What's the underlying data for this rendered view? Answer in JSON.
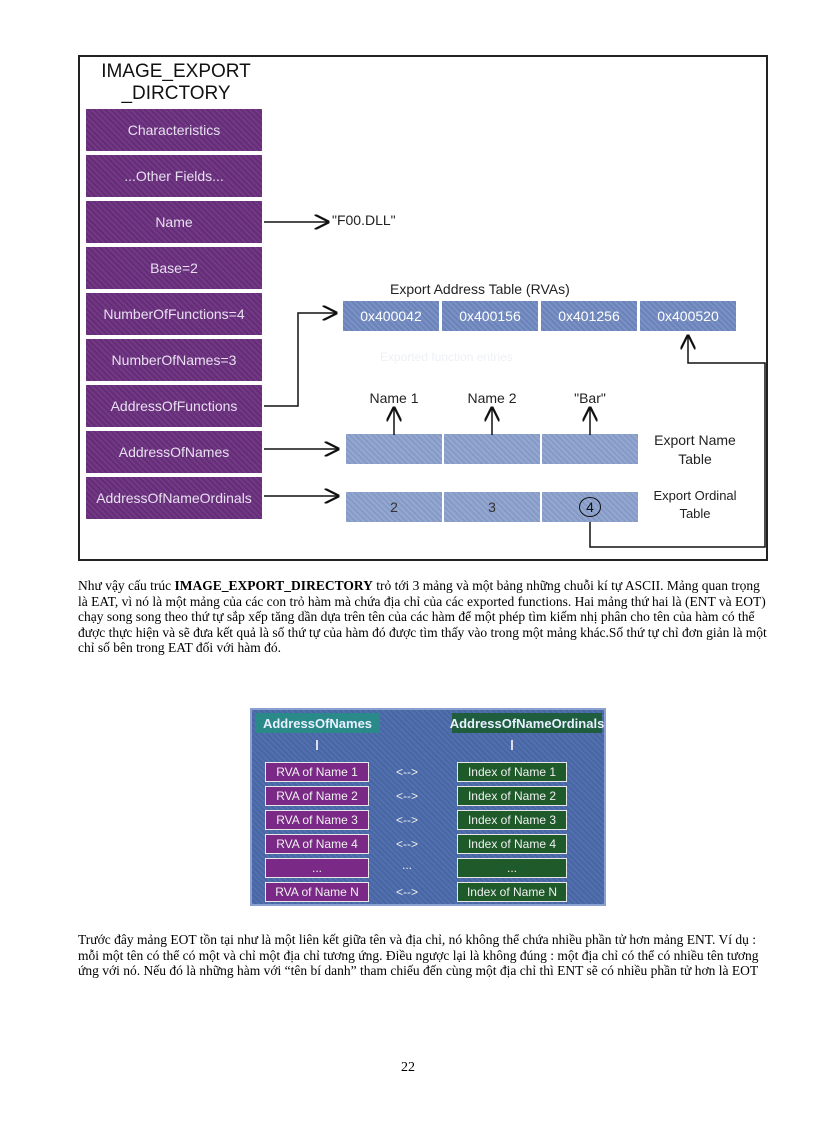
{
  "figure1": {
    "title_line1": "IMAGE_EXPORT",
    "title_line2": "_DIRCTORY",
    "fields": [
      "Characteristics",
      "...Other Fields...",
      "Name",
      "Base=2",
      "NumberOfFunctions=4",
      "NumberOfNames=3",
      "AddressOfFunctions",
      "AddressOfNames",
      "AddressOfNameOrdinals"
    ],
    "name_target": "\"F00.DLL\"",
    "eat_label": "Export Address Table (RVAs)",
    "eat_values": [
      "0x400042",
      "0x400156",
      "0x401256",
      "0x400520"
    ],
    "faded_label": "Exported function entries",
    "names": [
      "Name 1",
      "Name 2",
      "\"Bar\""
    ],
    "ent_label_line1": "Export Name",
    "ent_label_line2": "Table",
    "ordinals": [
      "2",
      "3",
      "4"
    ],
    "eot_label_line1": "Export Ordinal",
    "eot_label_line2": "Table"
  },
  "paragraph1": {
    "pre": "Như vậy cấu trúc ",
    "bold": "IMAGE_EXPORT_DIRECTORY",
    "post": " trỏ tới 3 mảng và một bảng những chuỗi kí tự ASCII. Mảng quan trọng là EAT, vì nó là một mảng của các con trỏ hàm mà chứa địa chỉ của các exported functions. Hai mảng thứ hai là (ENT và EOT) chạy song song theo thứ tự sắp xếp tăng dần dựa trên tên của các hàm để một phép tìm kiếm nhị phân cho tên của hàm có thể được thực hiện và sẽ đưa kết quả là số thứ tự của hàm đó được tìm thấy vào trong một mảng khác.Số thứ tự chỉ đơn giản là một chỉ số bên trong EAT đối với hàm đó."
  },
  "figure2": {
    "left_header": "AddressOfNames",
    "right_header": "AddressOfNameOrdinals",
    "rows": [
      {
        "left": "RVA of Name 1",
        "arrow": "<-->",
        "right": "Index of Name 1"
      },
      {
        "left": "RVA of Name 2",
        "arrow": "<-->",
        "right": "Index of Name 2"
      },
      {
        "left": "RVA of Name 3",
        "arrow": "<-->",
        "right": "Index of Name 3"
      },
      {
        "left": "RVA of Name 4",
        "arrow": "<-->",
        "right": "Index of Name 4"
      },
      {
        "left": "...",
        "arrow": "...",
        "right": "..."
      },
      {
        "left": "RVA of Name N",
        "arrow": "<-->",
        "right": "Index of Name N"
      }
    ]
  },
  "paragraph2": {
    "text": "Trước đây mảng EOT tồn tại như là một liên kết giữa tên và địa chỉ, nó không thể chứa nhiều phần tử hơn mảng ENT. Ví dụ : mỗi một tên có thể có một và chỉ một địa chỉ tương ứng. Điều ngược lại là không đúng : một địa chỉ có thể có nhiều tên tương ứng với nó. Nếu đó là những hàm với “tên bí danh” tham chiếu đến cùng một địa chỉ thì ENT sẽ có nhiều phần tử hơn là EOT"
  },
  "page_number": "22"
}
